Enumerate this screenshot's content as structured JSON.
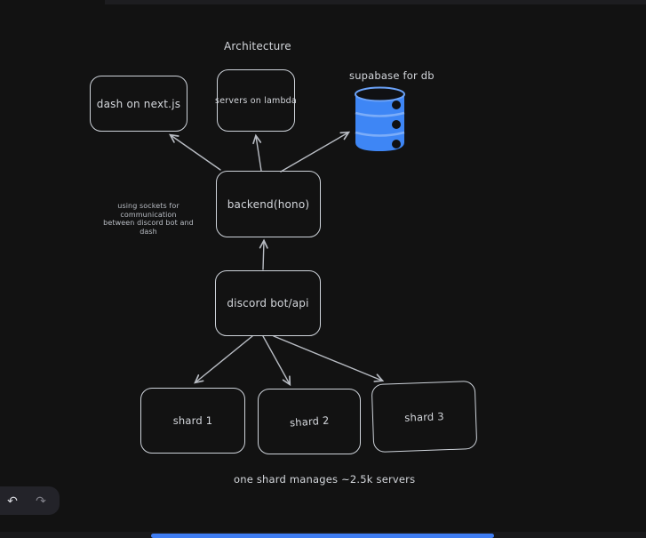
{
  "colors": {
    "bg": "#121212",
    "stroke": "#ced3da",
    "text": "#d4d7dc",
    "dim_text": "#b9bdc4",
    "arrow": "#b8bcc3",
    "blue": "#3e86f5",
    "blue_band": "#7cadf9",
    "panel": "#232329",
    "bar_blue": "#3f7df2",
    "undo": "#d8d9de",
    "redo": "#808089"
  },
  "diagram": {
    "title": "Architecture",
    "db_label": "supabase for db",
    "note_line1": "using sockets for communication",
    "note_line2": "between discord bot and dash",
    "caption": "one shard manages ~2.5k servers",
    "nodes": {
      "dash": "dash on next.js",
      "servers": "servers on lambda",
      "backend": "backend(hono)",
      "discord": "discord bot/api",
      "shard1": "shard 1",
      "shard2": "shard 2",
      "shard3": "shard 3"
    }
  },
  "toolbar": {
    "undo_icon": "↶",
    "redo_icon": "↷"
  }
}
